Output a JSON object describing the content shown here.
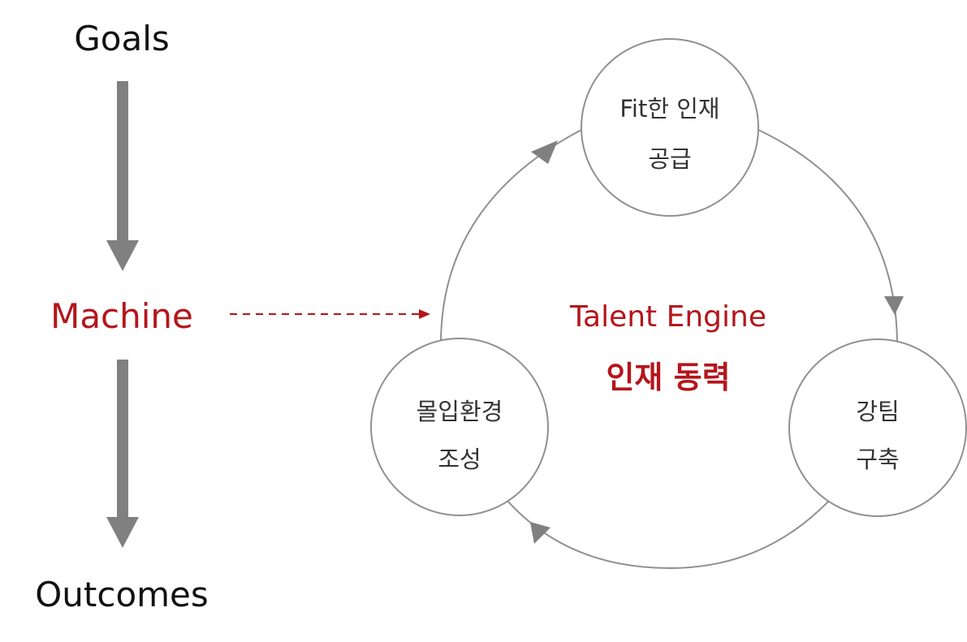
{
  "flow": {
    "top_label": "Goals",
    "middle_label": "Machine",
    "bottom_label": "Outcomes"
  },
  "engine": {
    "title_en": "Talent Engine",
    "title_ko": "인재 동력"
  },
  "nodes": {
    "top": {
      "line1": "Fit한 인재",
      "line2": "공급"
    },
    "right": {
      "line1": "강팀",
      "line2": "구축"
    },
    "left": {
      "line1": "몰입환경",
      "line2": "조성"
    }
  },
  "colors": {
    "accent": "#b4151b",
    "arrow": "#808080",
    "line": "#909090",
    "text": "#111111",
    "node_text": "#333333"
  }
}
